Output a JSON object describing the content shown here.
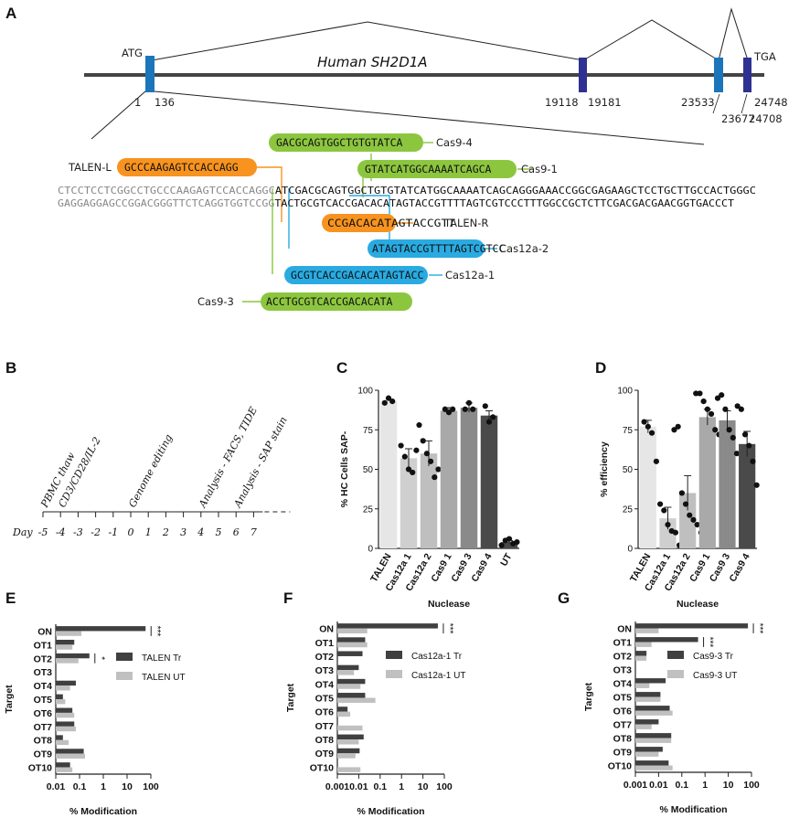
{
  "panels": {
    "A": "A",
    "B": "B",
    "C": "C",
    "D": "D",
    "E": "E",
    "F": "F",
    "G": "G"
  },
  "gene": {
    "title": "Human SH2D1A",
    "start_codon": "ATG",
    "stop_codon": "TGA",
    "exon_coords": [
      "1",
      "136",
      "19118",
      "19181",
      "23533",
      "23677",
      "24708",
      "24748"
    ]
  },
  "sequence": {
    "top_grey": "CTCCTCCTCGGCCTGCCCAAGAGTCCACCAGGC",
    "top_black": "ATCGACGCAGTGGCTGTGTATCATGGCAAAATCAGCAGGGAAACCGGCGAGAAGCTCCTGCTTGCCACTGGGC",
    "bot_grey": "GAGGAGGAGCCGGACGGGTTCTCAGGTGGTCCGG",
    "bot_black": "TACTGCGTCACCGACACATAGTACCGTTTTAGTCGTCCCTTTGGCCGCTCTTCGACGACGAACGGTGACCCT"
  },
  "guides": [
    {
      "seq": "GACGCAGTGGCTGTGTATCA",
      "name": "Cas9-4",
      "color": "#8cc63f"
    },
    {
      "seq": "GTATCATGGCAAAATCAGCA",
      "name": "Cas9-1",
      "color": "#8cc63f"
    },
    {
      "seq": "GCCCAAGAGTCCACCAGG",
      "name": "TALEN-L",
      "color": "#f7931e"
    },
    {
      "seq": "CCGACACATAGTACCGTT",
      "name": "TALEN-R",
      "color": "#f7931e"
    },
    {
      "seq": "ATAGTACCGTTTTAGTCGTCC",
      "name": "Cas12a-2",
      "color": "#29abe2"
    },
    {
      "seq": "GCGTCACCGACACATAGTACC",
      "name": "Cas12a-1",
      "color": "#29abe2"
    },
    {
      "seq": "ACCTGCGTCACCGACACATA",
      "name": "Cas9-3",
      "color": "#8cc63f"
    }
  ],
  "timeline": {
    "day_label": "Day",
    "days": [
      "-5",
      "-4",
      "-3",
      "-2",
      "-1",
      "0",
      "1",
      "2",
      "3",
      "4",
      "5",
      "6",
      "7"
    ],
    "events": [
      {
        "label": "PBMC thaw",
        "day": -5
      },
      {
        "label": "CD3/CD28/IL-2",
        "day": -4
      },
      {
        "label": "Genome editing",
        "day": 0
      },
      {
        "label": "Analysis - FACS, TIDE",
        "day": 4
      },
      {
        "label": "Analysis - SAP stain",
        "day": 6
      }
    ]
  },
  "chart_data": [
    {
      "panel": "C",
      "type": "bar",
      "categories": [
        "TALEN",
        "Cas12a 1",
        "Cas12a 2",
        "Cas9 1",
        "Cas9 3",
        "Cas9 4",
        "UT"
      ],
      "values": [
        93,
        57,
        60,
        87,
        89,
        84,
        4
      ],
      "errors": [
        0,
        6,
        8,
        2,
        3,
        3,
        1
      ],
      "points": [
        [
          92,
          95,
          93
        ],
        [
          65,
          58,
          50,
          48,
          62
        ],
        [
          78,
          68,
          60,
          55,
          45,
          50
        ],
        [
          88,
          86,
          88
        ],
        [
          88,
          92,
          88
        ],
        [
          90,
          80,
          83
        ],
        [
          2,
          5,
          6,
          3,
          4
        ]
      ],
      "bar_colors": [
        "#e6e6e6",
        "#cfcfcf",
        "#bfbfbf",
        "#a9a9a9",
        "#8a8a8a",
        "#4a4a4a",
        "#4a4a4a"
      ],
      "ylabel": "% HC Cells SAP-",
      "xlabel": "Nuclease",
      "ylim": [
        0,
        100
      ],
      "yticks": [
        0,
        25,
        50,
        75,
        100
      ]
    },
    {
      "panel": "D",
      "type": "bar",
      "categories": [
        "TALEN",
        "Cas12a 1",
        "Cas12a 2",
        "Cas9 1",
        "Cas9 3",
        "Cas9 4"
      ],
      "values": [
        77,
        19,
        35,
        83,
        81,
        66
      ],
      "errors": [
        4,
        7,
        11,
        5,
        6,
        8
      ],
      "points": [
        [
          80,
          77,
          73
        ],
        [
          55,
          28,
          24,
          15,
          11,
          10,
          2
        ],
        [
          75,
          77,
          35,
          28,
          21,
          18,
          15,
          10
        ],
        [
          98,
          98,
          93,
          88,
          85,
          75,
          72
        ],
        [
          95,
          97,
          88,
          75,
          70,
          60
        ],
        [
          90,
          88,
          72,
          65,
          55,
          40
        ]
      ],
      "bar_colors": [
        "#e6e6e6",
        "#cfcfcf",
        "#bfbfbf",
        "#a9a9a9",
        "#8a8a8a",
        "#4a4a4a"
      ],
      "ylabel": "% efficiency",
      "xlabel": "Nuclease",
      "ylim": [
        0,
        100
      ],
      "yticks": [
        0,
        25,
        50,
        75,
        100
      ]
    },
    {
      "panel": "E",
      "type": "bar",
      "orientation": "horizontal",
      "xscale": "log",
      "categories": [
        "ON",
        "OT1",
        "OT2",
        "OT3",
        "OT4",
        "OT5",
        "OT6",
        "OT7",
        "OT8",
        "OT9",
        "OT10"
      ],
      "xlim": [
        0.01,
        100
      ],
      "xticks": [
        "0.01",
        "0.1",
        "1",
        "10",
        "100"
      ],
      "series": [
        {
          "name": "TALEN Tr",
          "color": "#404040",
          "values": [
            60,
            0.06,
            0.26,
            null,
            0.07,
            0.02,
            0.05,
            0.06,
            0.02,
            0.15,
            0.04
          ]
        },
        {
          "name": "TALEN UT",
          "color": "#c0c0c0",
          "values": [
            0.12,
            0.05,
            0.09,
            null,
            0.04,
            0.025,
            0.06,
            0.07,
            0.035,
            0.17,
            0.05
          ]
        }
      ],
      "significance": [
        {
          "category": "ON",
          "label": "***"
        },
        {
          "category": "OT2",
          "label": "*"
        }
      ],
      "xlabel": "% Modification",
      "ylabel": "Target"
    },
    {
      "panel": "F",
      "type": "bar",
      "orientation": "horizontal",
      "xscale": "log",
      "categories": [
        "ON",
        "OT1",
        "OT2",
        "OT3",
        "OT4",
        "OT5",
        "OT6",
        "OT7",
        "OT8",
        "OT9",
        "OT10"
      ],
      "xlim": [
        0.001,
        100
      ],
      "xticks": [
        "0.001",
        "0.01",
        "0.1",
        "1",
        "10",
        "100"
      ],
      "series": [
        {
          "name": "Cas12a-1 Tr",
          "color": "#404040",
          "values": [
            50,
            0.02,
            0.015,
            0.01,
            0.02,
            0.02,
            0.003,
            null,
            0.017,
            0.011,
            null
          ]
        },
        {
          "name": "Cas12a-1 UT",
          "color": "#c0c0c0",
          "values": [
            0.025,
            0.025,
            null,
            0.006,
            0.012,
            0.06,
            0.004,
            0.015,
            0.01,
            0.007,
            0.012
          ]
        }
      ],
      "significance": [
        {
          "category": "ON",
          "label": "***"
        }
      ],
      "xlabel": "% Modification",
      "ylabel": "Target"
    },
    {
      "panel": "G",
      "type": "bar",
      "orientation": "horizontal",
      "xscale": "log",
      "categories": [
        "ON",
        "OT1",
        "OT2",
        "OT3",
        "OT4",
        "OT5",
        "OT6",
        "OT7",
        "OT8",
        "OT9",
        "OT10"
      ],
      "xlim": [
        0.001,
        100
      ],
      "xticks": [
        "0.001",
        "0.01",
        "0.1",
        "1",
        "10",
        "100"
      ],
      "series": [
        {
          "name": "Cas9-3 Tr",
          "color": "#404040",
          "values": [
            70,
            0.5,
            0.003,
            null,
            0.02,
            0.012,
            0.03,
            0.01,
            0.035,
            0.015,
            0.027
          ]
        },
        {
          "name": "Cas9-3 UT",
          "color": "#c0c0c0",
          "values": [
            0.01,
            0.005,
            0.003,
            null,
            0.004,
            0.012,
            0.04,
            0.005,
            0.035,
            0.01,
            0.04
          ]
        }
      ],
      "significance": [
        {
          "category": "ON",
          "label": "***"
        },
        {
          "category": "OT1",
          "label": "***"
        }
      ],
      "xlabel": "% Modification",
      "ylabel": "Target"
    }
  ]
}
